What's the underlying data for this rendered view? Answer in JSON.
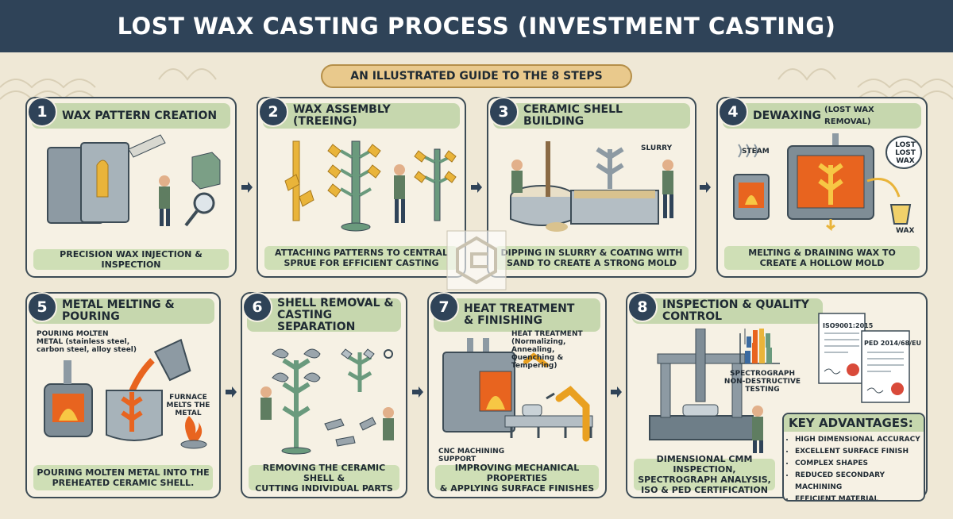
{
  "title": "LOST WAX CASTING PROCESS (INVESTMENT CASTING)",
  "subtitle": "AN ILLUSTRATED GUIDE TO THE 8 STEPS",
  "colors": {
    "header": "#2f4358",
    "panel": "#c6d7ae",
    "ribbon": "#e9c98c",
    "background": "#efe8d6",
    "fire": "#e8641f",
    "wax": "#e9b43a"
  },
  "steps": [
    {
      "number": "1",
      "title": "WAX PATTERN CREATION",
      "caption": "PRECISION WAX INJECTION & INSPECTION"
    },
    {
      "number": "2",
      "title": "WAX ASSEMBLY (TREEING)",
      "caption": "ATTACHING PATTERNS TO CENTRAL\nSPRUE FOR EFFICIENT CASTING"
    },
    {
      "number": "3",
      "title": "CERAMIC SHELL BUILDING",
      "caption": "DIPPING IN SLURRY & COATING WITH\nSAND TO CREATE A STRONG MOLD"
    },
    {
      "number": "4",
      "title": "DEWAXING",
      "title_note": "(LOST WAX REMOVAL)",
      "caption": "MELTING & DRAINING WAX TO\nCREATE A HOLLOW MOLD"
    },
    {
      "number": "5",
      "title": "METAL MELTING & POURING",
      "caption": "POURING MOLTEN METAL INTO THE\nPREHEATED CERAMIC SHELL."
    },
    {
      "number": "6",
      "title": "SHELL REMOVAL &\nCASTING SEPARATION",
      "caption": "REMOVING THE CERAMIC SHELL &\nCUTTING INDIVIDUAL PARTS"
    },
    {
      "number": "7",
      "title": "HEAT TREATMENT\n& FINISHING",
      "caption": "IMPROVING MECHANICAL PROPERTIES\n& APPLYING SURFACE FINISHES"
    },
    {
      "number": "8",
      "title": "INSPECTION & QUALITY CONTROL",
      "caption": "DIMENSIONAL CMM INSPECTION,\nSPECTROGRAPH ANALYSIS,\nISO & PED CERTIFICATION"
    }
  ],
  "labels": {
    "slurry": "SLURRY",
    "steam": "STEAM",
    "lost_wax_bubble": "LOST\nLOST\nWAX",
    "wax": "WAX",
    "pouring": "POURING MOLTEN\nMETAL (stainless steel,\ncarbon steel, alloy steel)",
    "furnace": "FURNACE\nMELTS THE\nMETAL",
    "heat_treatment": "HEAT TREATMENT\n(Normalizing, Annealing,\nQuenching & Tempering)",
    "cnc": "CNC MACHINING\nSUPPORT",
    "spectrograph": "SPECTROGRAPH\nNON-DESTRUCTIVE\nTESTING",
    "iso": "ISO9001:2015",
    "ped": "PED 2014/68/EU"
  },
  "advantages": {
    "title": "KEY ADVANTAGES:",
    "items": [
      "HIGH DIMENSIONAL ACCURACY",
      "EXCELLENT SURFACE FINISH",
      "COMPLEX SHAPES",
      "REDUCED SECONDARY MACHINING",
      "EFFICIENT MATERIAL UTILIZATION"
    ]
  }
}
